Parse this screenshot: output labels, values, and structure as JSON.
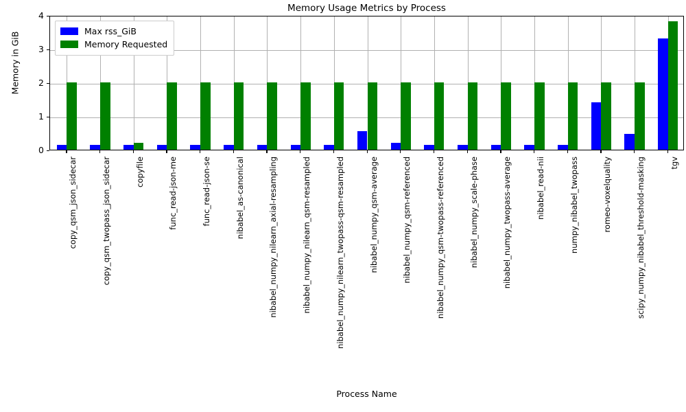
{
  "chart_data": {
    "type": "bar",
    "title": "Memory Usage Metrics by Process",
    "xlabel": "Process Name",
    "ylabel": "Memory in GiB",
    "ylim": [
      0,
      4
    ],
    "yticks": [
      0,
      1,
      2,
      3,
      4
    ],
    "ytick_labels": [
      "0",
      "1",
      "2",
      "3",
      "4"
    ],
    "grid": true,
    "legend_position": "upper left",
    "colors": {
      "max_rss": "#0000ff",
      "memory_requested": "#008000"
    },
    "categories": [
      "copy_qsm_json_sidecar",
      "copy_qsm_twopass_json_sidecar",
      "copyfile",
      "func_read-json-me",
      "func_read-json-se",
      "nibabel_as-canonical",
      "nibabel_numpy_nilearn_axial-resampling",
      "nibabel_numpy_nilearn_qsm-resampled",
      "nibabel_numpy_nilearn_twopass-qsm-resampled",
      "nibabel_numpy_qsm-average",
      "nibabel_numpy_qsm-referenced",
      "nibabel_numpy_qsm-twopass-referenced",
      "nibabel_numpy_scale-phase",
      "nibabel_numpy_twopass-average",
      "nibabel_read-nii",
      "numpy_nibabel_twopass",
      "romeo-voxelquality",
      "scipy_numpy_nibabel_threshold-masking",
      "tgv"
    ],
    "series": [
      {
        "name": "Max rss_GiB",
        "color": "#0000ff",
        "values": [
          0.15,
          0.15,
          0.15,
          0.15,
          0.15,
          0.15,
          0.15,
          0.15,
          0.15,
          0.56,
          0.2,
          0.14,
          0.15,
          0.15,
          0.15,
          0.15,
          1.4,
          0.47,
          3.3
        ]
      },
      {
        "name": "Memory Requested",
        "color": "#008000",
        "values": [
          2.0,
          2.0,
          0.2,
          2.0,
          2.0,
          2.0,
          2.0,
          2.0,
          2.0,
          2.0,
          2.0,
          2.0,
          2.0,
          2.0,
          2.0,
          2.0,
          2.0,
          2.0,
          3.82
        ]
      }
    ]
  },
  "legend": {
    "entries": [
      {
        "label": "Max rss_GiB",
        "swatch": "blue"
      },
      {
        "label": "Memory Requested",
        "swatch": "green"
      }
    ]
  }
}
